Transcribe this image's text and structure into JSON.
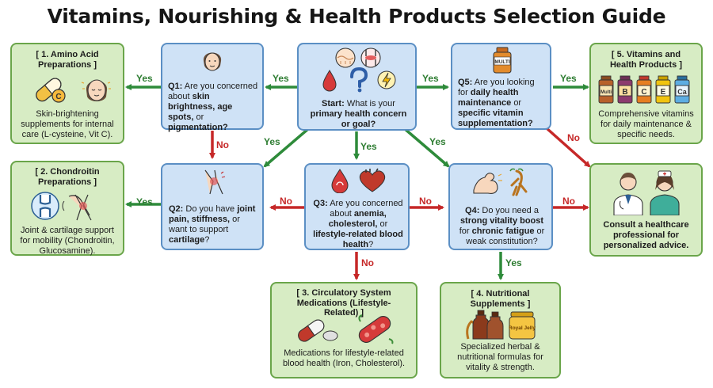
{
  "title": "Vitamins, Nourishing & Health Products Selection Guide",
  "start": {
    "prefix": "Start:",
    "text": "What is your",
    "bold": "primary health concern or goal?"
  },
  "q1": {
    "prefix": "Q1:",
    "pre": "Are you concerned about",
    "bold": "skin brightness, age spots,",
    "mid": "or",
    "bold2": "pigmentation?"
  },
  "q2": {
    "prefix": "Q2:",
    "pre": "Do you have",
    "bold": "joint pain, stiffness,",
    "mid": "or want to support",
    "bold2": "cartilage",
    "post": "?"
  },
  "q3": {
    "prefix": "Q3:",
    "pre": "Are you concerned about",
    "bold": "anemia, cholesterol,",
    "mid": "or",
    "bold2": "lifestyle-related blood health",
    "post": "?"
  },
  "q4": {
    "prefix": "Q4:",
    "pre": "Do you need a",
    "bold": "strong vitality boost",
    "mid": "for",
    "bold2": "chronic fatigue",
    "post": "or weak constitution?"
  },
  "q5": {
    "prefix": "Q5:",
    "pre": "Are you looking for",
    "bold": "daily health maintenance",
    "mid": "or",
    "bold2": "specific vitamin supplementation?"
  },
  "r1": {
    "head": "[ 1. Amino Acid Preparations ]",
    "desc": "Skin-brightening supplements for internal care (L-cysteine, Vit C)."
  },
  "r2": {
    "head": "[ 2. Chondroitin Preparations ]",
    "desc": "Joint & cartilage support for mobility (Chondroitin, Glucosamine)."
  },
  "r3": {
    "head": "[ 3. Circulatory System Medications (Lifestyle-Related) ]",
    "desc": "Medications for lifestyle-related blood health (Iron, Cholesterol)."
  },
  "r4": {
    "head": "[ 4. Nutritional Supplements ]",
    "desc": "Specialized herbal & nutritional formulas for vitality & strength."
  },
  "r5": {
    "head": "[ 5. Vitamins and Health Products ]",
    "desc": "Comprehensive vitamins for daily maintenance & specific needs."
  },
  "consult": {
    "text": "Consult a healthcare professional for personalized advice."
  },
  "labels": {
    "yes": "Yes",
    "no": "No"
  },
  "icon_text": {
    "multi": "MULTI",
    "vit_multi": "Multi",
    "vit_b": "B",
    "vit_c": "C",
    "vit_e": "E",
    "vit_ca": "Ca",
    "capsule_c": "C",
    "jelly": "Royal Jelly"
  },
  "colors": {
    "question_fill": "#cfe2f6",
    "question_border": "#5b8fc4",
    "result_fill": "#d7ecc4",
    "result_border": "#6aa54a",
    "yes": "#2e7d32",
    "no": "#c62828"
  },
  "icons": [
    "face-icon",
    "skin-icon",
    "joint-icon",
    "blood-drop-icon",
    "question-mark-icon",
    "lightning-icon",
    "multi-bottle-icon",
    "vitamin-bottles-icon",
    "capsule-icon",
    "heart-icon",
    "muscle-arm-icon",
    "ginseng-icon",
    "pill-icon",
    "blood-vessel-icon",
    "herbal-bottles-icon",
    "royal-jelly-icon",
    "doctor-icon",
    "nurse-icon"
  ]
}
